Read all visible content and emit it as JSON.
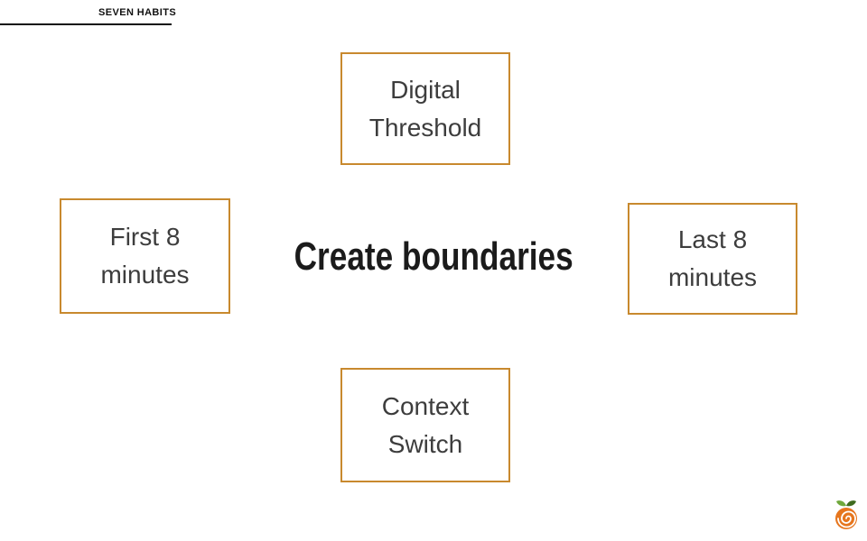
{
  "header": {
    "label": "SEVEN HABITS"
  },
  "title": "Create boundaries",
  "boxes": [
    {
      "name": "digital-threshold",
      "lines": [
        "Digital",
        "Threshold"
      ]
    },
    {
      "name": "first-8-minutes",
      "lines": [
        "First 8",
        "minutes"
      ]
    },
    {
      "name": "last-8-minutes",
      "lines": [
        "Last 8",
        "minutes"
      ]
    },
    {
      "name": "context-switch",
      "lines": [
        "Context",
        "Switch"
      ]
    }
  ],
  "logo": {
    "name": "orange-spiral-logo"
  },
  "colors": {
    "header_text": "#111111",
    "box_border": "#C8892E",
    "box_text": "#3D3D3D",
    "title_text": "#1B1B1B",
    "logo_orange": "#E6761E",
    "logo_leaf_light": "#6FA83C",
    "logo_leaf_dark": "#3E6B1F",
    "logo_spiral": "#FFFFFF"
  }
}
